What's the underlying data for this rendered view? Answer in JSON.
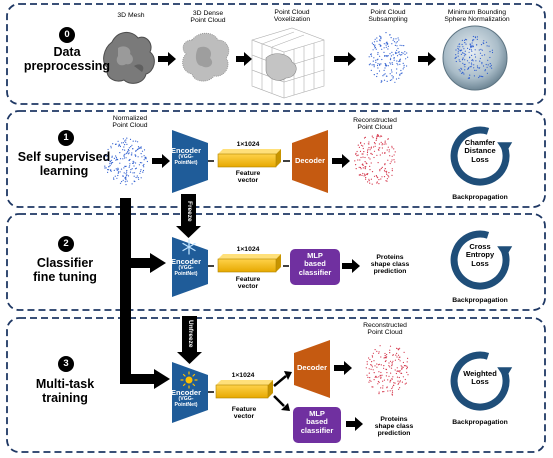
{
  "stages": [
    {
      "number": "0",
      "title_line1": "Data",
      "title_line2": "preprocessing"
    },
    {
      "number": "1",
      "title_line1": "Self supervised",
      "title_line2": "learning"
    },
    {
      "number": "2",
      "title_line1": "Classifier",
      "title_line2": "fine tuning"
    },
    {
      "number": "3",
      "title_line1": "Multi-task",
      "title_line2": "training"
    }
  ],
  "preprocessing": {
    "steps": [
      {
        "line1": "3D Mesh",
        "line2": ""
      },
      {
        "line1": "3D Dense",
        "line2": "Point Cloud"
      },
      {
        "line1": "Point Cloud",
        "line2": "Voxelization"
      },
      {
        "line1": "Point Cloud",
        "line2": "Subsampling"
      },
      {
        "line1": "Minimum Bounding",
        "line2": "Sphere Normalization"
      }
    ]
  },
  "stage1": {
    "input_line1": "Normalized",
    "input_line2": "Point Cloud",
    "encoder": "Encoder",
    "encoder_sub1": "(VGG-",
    "encoder_sub2": "PointNet)",
    "vector_dim": "1×1024",
    "vector_line1": "Feature",
    "vector_line2": "vector",
    "decoder": "Decoder",
    "output_line1": "Reconstructed",
    "output_line2": "Point Cloud",
    "loss_line1": "Chamfer",
    "loss_line2": "Distance",
    "loss_line3": "Loss",
    "backprop": "Backpropagation"
  },
  "freeze_label": "Freeze",
  "stage2": {
    "encoder": "Encoder",
    "encoder_sub1": "(VGG-",
    "encoder_sub2": "PointNet)",
    "vector_dim": "1×1024",
    "vector_line1": "Feature",
    "vector_line2": "vector",
    "mlp_line1": "MLP",
    "mlp_line2": "based",
    "mlp_line3": "classifier",
    "pred_line1": "Proteins",
    "pred_line2": "shape class",
    "pred_line3": "prediction",
    "loss_line1": "Cross",
    "loss_line2": "Entropy",
    "loss_line3": "Loss",
    "backprop": "Backpropagation"
  },
  "unfreeze_label": "Unfreeze",
  "stage3": {
    "encoder": "Encoder",
    "encoder_sub1": "(VGG-",
    "encoder_sub2": "PointNet)",
    "vector_dim": "1×1024",
    "vector_line1": "Feature",
    "vector_line2": "vector",
    "decoder": "Decoder",
    "output_line1": "Reconstructed",
    "output_line2": "Point Cloud",
    "mlp_line1": "MLP",
    "mlp_line2": "based",
    "mlp_line3": "classifier",
    "pred_line1": "Proteins",
    "pred_line2": "shape class",
    "pred_line3": "prediction",
    "loss_line1": "Weighted",
    "loss_line2": "Loss",
    "backprop": "Backpropagation"
  },
  "colors": {
    "panel_border": "#1f3864",
    "encoder": "#1f5c99",
    "decoder": "#c55a11",
    "mlp": "#7030a0",
    "vector": "#ffc000",
    "cycle": "#1f4e79",
    "blue_points": "#2f5fd0",
    "red_points": "#d4354a"
  },
  "icons": [
    "snowflake-icon",
    "sun-icon",
    "cycle-arrow-icon",
    "right-arrow-icon"
  ]
}
